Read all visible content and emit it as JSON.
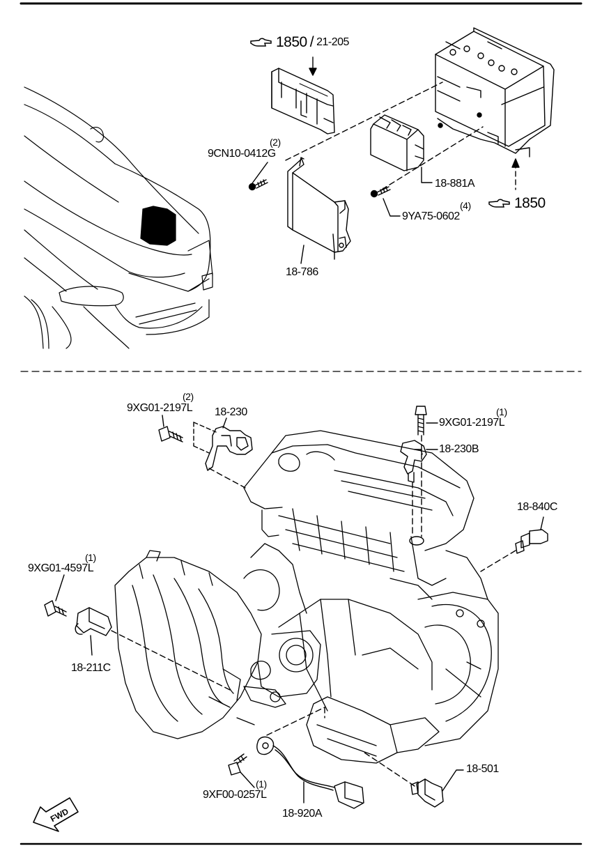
{
  "upper_section": {
    "ref_1850_21205": {
      "icon": "pointing-hand-icon",
      "ref": "1850",
      "ref2": "21-205"
    },
    "part_9CN10_0412G": {
      "code": "9CN10-0412G",
      "qty": "(2)"
    },
    "part_18_786": {
      "code": "18-786"
    },
    "part_18_881A": {
      "code": "18-881A"
    },
    "part_9YA75_0602": {
      "code": "9YA75-0602",
      "qty": "(4)"
    },
    "ref_1850": {
      "icon": "pointing-hand-icon",
      "ref": "1850"
    }
  },
  "lower_section": {
    "part_9XG01_2197L_a": {
      "code": "9XG01-2197L",
      "qty": "(2)"
    },
    "part_18_230": {
      "code": "18-230"
    },
    "part_9XG01_2197L_b": {
      "code": "9XG01-2197L",
      "qty": "(1)"
    },
    "part_18_230B": {
      "code": "18-230B"
    },
    "part_18_840C": {
      "code": "18-840C"
    },
    "part_9XG01_4597L": {
      "code": "9XG01-4597L",
      "qty": "(1)"
    },
    "part_18_211C": {
      "code": "18-211C"
    },
    "part_18_501": {
      "code": "18-501"
    },
    "part_9XF00_0257L": {
      "code": "9XF00-0257L",
      "qty": "(1)"
    },
    "part_18_920A": {
      "code": "18-920A"
    },
    "fwd_marker": {
      "text": "FWD"
    }
  },
  "colors": {
    "ink": "#000000",
    "paper": "#ffffff"
  }
}
